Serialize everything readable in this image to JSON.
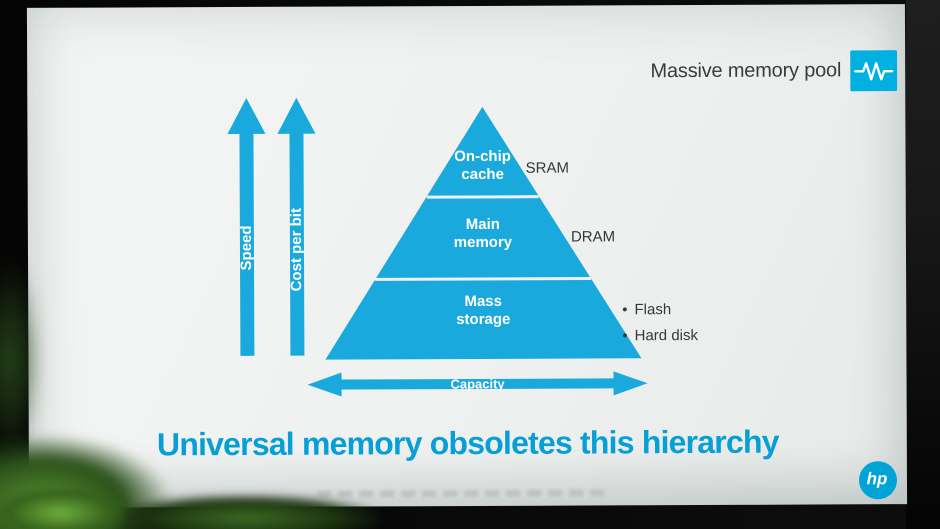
{
  "slide": {
    "header": {
      "label": "Massive memory pool",
      "icon": "memory-waveform-icon"
    },
    "axes": {
      "speed": "Speed",
      "cost_per_bit": "Cost per bit",
      "capacity": "Capacity"
    },
    "pyramid": {
      "tiers": [
        {
          "line1": "On-chip",
          "line2": "cache",
          "side_label": "SRAM"
        },
        {
          "line1": "Main",
          "line2": "memory",
          "side_label": "DRAM"
        },
        {
          "line1": "Mass",
          "line2": "storage"
        }
      ],
      "mass_storage_items": [
        {
          "bullet": "•",
          "label": "Flash"
        },
        {
          "bullet": "•",
          "label": "Hard disk"
        }
      ]
    },
    "title": "Universal memory obsoletes this hierarchy",
    "logo_text": "hp",
    "colors": {
      "accent_cyan": "#089FD6",
      "pyramid_fill": "#19A9DD",
      "label_dark": "#34393B",
      "slide_background": "#EFF2F1"
    }
  }
}
